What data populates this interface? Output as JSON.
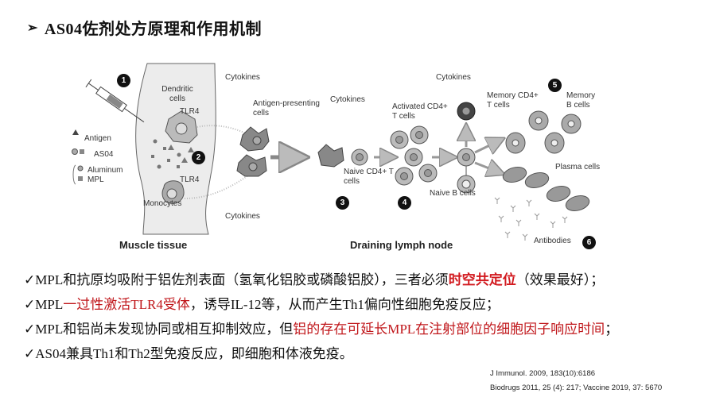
{
  "header": {
    "bullet_icon": "➢",
    "title": "AS04佐剂处方原理和作用机制"
  },
  "diagram": {
    "steps": [
      "1",
      "2",
      "3",
      "4",
      "5",
      "6"
    ],
    "legend": {
      "antigen": "Antigen",
      "as04": "AS04",
      "aluminum": "Aluminum",
      "mpl": "MPL"
    },
    "labels": {
      "dendritic_cells": "Dendritic cells",
      "tlr4_top": "TLR4",
      "tlr4_bottom": "TLR4",
      "monocytes": "Monocytes",
      "cytokines_1": "Cytokines",
      "cytokines_2": "Cytokines",
      "cytokines_3": "Cytokines",
      "cytokines_4": "Cytokines",
      "apc": "Antigen-presenting cells",
      "naive_cd4": "Naive CD4+ T cells",
      "activated_cd4": "Activated CD4+ T cells",
      "naive_b": "Naive B cells",
      "memory_cd4": "Memory CD4+ T cells",
      "memory_b": "Memory B cells",
      "plasma": "Plasma cells",
      "antibodies": "Antibodies",
      "muscle_tissue": "Muscle tissue",
      "draining_lymph_node": "Draining lymph node"
    }
  },
  "bullets": [
    {
      "check": "✓",
      "parts": [
        {
          "text": "MPL和抗原均吸附于铝佐剂表面（氢氧化铝胶或磷酸铝胶），三者必须",
          "style": "normal"
        },
        {
          "text": "时空共定位",
          "style": "red-bold"
        },
        {
          "text": "（效果最好）；",
          "style": "normal"
        }
      ]
    },
    {
      "check": "✓",
      "parts": [
        {
          "text": "MPL",
          "style": "normal"
        },
        {
          "text": "一过性激活TLR4受体",
          "style": "red"
        },
        {
          "text": "，诱导IL-12等，从而产生Th1偏向性细胞免疫反应；",
          "style": "normal"
        }
      ]
    },
    {
      "check": "✓",
      "parts": [
        {
          "text": "MPL和铝尚未发现协同或相互抑制效应，但",
          "style": "normal"
        },
        {
          "text": "铝的存在可延长MPL在注射部位的细胞因子响应时间",
          "style": "red"
        },
        {
          "text": "；",
          "style": "normal"
        }
      ]
    },
    {
      "check": "✓",
      "parts": [
        {
          "text": "AS04兼具Th1和Th2型免疫反应，即细胞和体液免疫。",
          "style": "normal"
        }
      ]
    }
  ],
  "references": [
    "J Immunol. 2009, 183(10):6186",
    "Biodrugs 2011, 25 (4): 217;  Vaccine 2019, 37: 5670"
  ],
  "colors": {
    "highlight_red": "#c0161a",
    "text": "#111111",
    "cell_gray": "#9a9a9a"
  }
}
